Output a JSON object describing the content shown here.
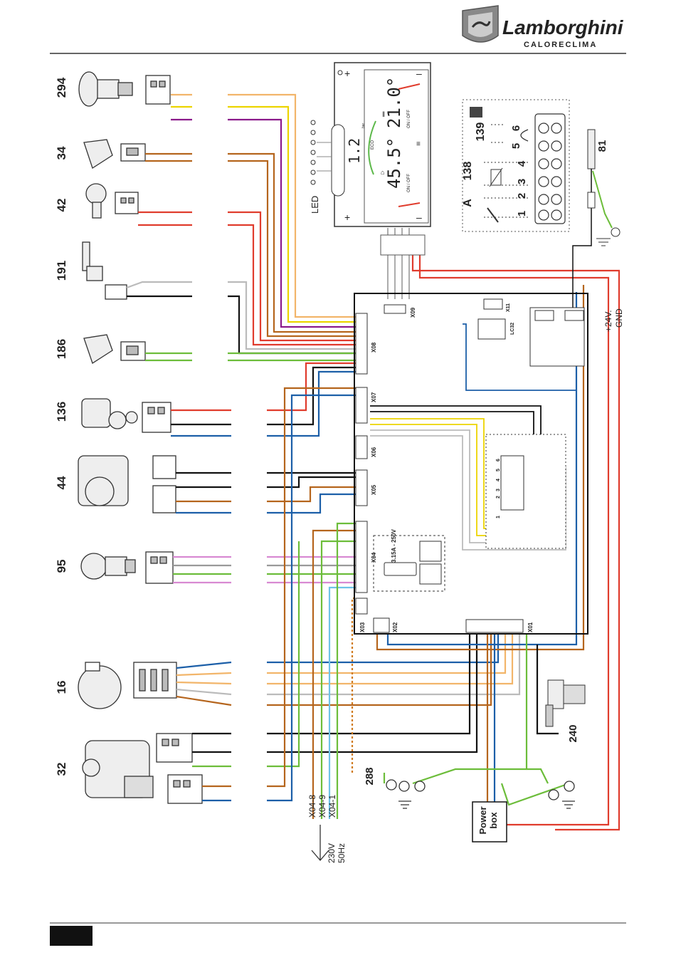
{
  "brand": {
    "name": "Lamborghini",
    "sub": "CALORECLIMA"
  },
  "components": [
    {
      "code": "294"
    },
    {
      "code": "34"
    },
    {
      "code": "42"
    },
    {
      "code": "191"
    },
    {
      "code": "186"
    },
    {
      "code": "136"
    },
    {
      "code": "44"
    },
    {
      "code": "95"
    },
    {
      "code": "16"
    },
    {
      "code": "32"
    }
  ],
  "display": {
    "led_label": "LED",
    "pressure": "1.2",
    "pressure_unit": "bar",
    "temp_dhw": "45.5°",
    "temp_ch": "21.0°",
    "on_off": "ON / OFF",
    "eco": "ECO"
  },
  "board": {
    "connectors": [
      "X09",
      "X08",
      "X07",
      "X06",
      "X05",
      "X04",
      "X03",
      "X02",
      "X01",
      "X11",
      "LC32"
    ],
    "fuse": "3.15A - 250V",
    "terminal_numbers": [
      "1",
      "2",
      "3",
      "4",
      "5",
      "6"
    ]
  },
  "terminal_block": {
    "labels": [
      "6",
      "5",
      "4",
      "3",
      "2",
      "1"
    ],
    "group_codes": [
      "139",
      "138",
      "A"
    ]
  },
  "right_side": {
    "electrode_code": "81",
    "plus24": "+24V.",
    "gnd": "GND",
    "sensor_code": "240",
    "power_box": [
      "Power",
      "box"
    ]
  },
  "mains": {
    "x04_labels": [
      "X04-8",
      "X04-9",
      "X04-1"
    ],
    "code_288": "288",
    "supply": [
      "230V",
      "50Hz"
    ]
  }
}
